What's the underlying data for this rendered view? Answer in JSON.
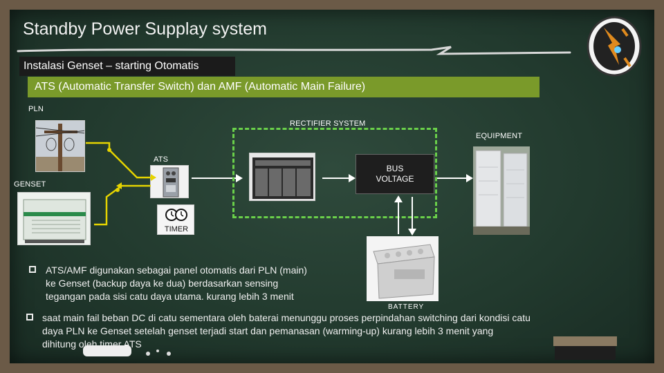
{
  "title": "Standby Power Supplay system",
  "subtitle": "Instalasi Genset – starting Otomatis",
  "banner": "ATS (Automatic Transfer Switch) dan AMF (Automatic Main Failure)",
  "diagram": {
    "pln": "PLN",
    "genset": "GENSET",
    "ats": "ATS",
    "rectifier": "RECTIFIER SYSTEM",
    "equipment": "EQUIPMENT",
    "bus_line1": "BUS",
    "bus_line2": "VOLTAGE",
    "battery": "BATTERY",
    "timer": "TIMER"
  },
  "bullets": [
    {
      "line1": "ATS/AMF digunakan sebagai panel otomatis  dari PLN (main)",
      "line2": "ke Genset  (backup  daya ke dua) berdasarkan sensing",
      "line3": "tegangan pada sisi catu daya utama. kurang lebih  3  menit"
    },
    {
      "line1": "saat main  fail  beban DC di catu sementara oleh baterai menunggu proses perpindahan  switching  dari kondisi catu",
      "line2": "daya PLN ke Genset setelah genset terjadi  start  dan pemanasan (warming-up)   kurang lebih  3  menit yang",
      "line3": "dihitung oleh timer ATS"
    }
  ],
  "colors": {
    "board": "#223a2e",
    "frame": "#6b5a47",
    "banner": "#7a9a2a",
    "dashed": "#6ad04a",
    "connector": "#e6d400"
  },
  "icons": [
    "logo-emblem-icon",
    "pole-photo",
    "genset-photo",
    "ats-panel-photo",
    "timer-photo",
    "rectifier-photo",
    "equipment-photo",
    "battery-photo",
    "eraser-icon"
  ]
}
